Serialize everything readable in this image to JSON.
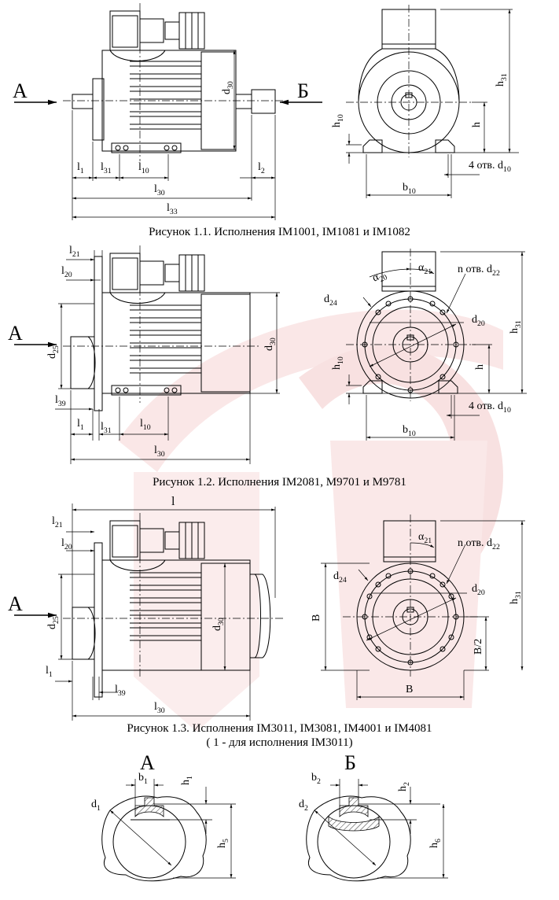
{
  "figure1": {
    "caption": "Рисунок 1.1. Исполнения IM1001, IM1081 и IM1082",
    "labels": {
      "view_a": "А",
      "view_b": "Б",
      "l1": "l",
      "l1_sub": "1",
      "l31": "l",
      "l31_sub": "31",
      "l10": "l",
      "l10_sub": "10",
      "l2": "l",
      "l2_sub": "2",
      "l30": "l",
      "l30_sub": "30",
      "l33": "l",
      "l33_sub": "33",
      "d30": "d",
      "d30_sub": "30",
      "h10": "h",
      "h10_sub": "10",
      "h": "h",
      "h31": "h",
      "h31_sub": "31",
      "holes": "4 отв. d",
      "holes_sub": "10",
      "b10": "b",
      "b10_sub": "10"
    }
  },
  "figure2": {
    "caption": "Рисунок 1.2. Исполнения IM2081, М9701 и М9781",
    "labels": {
      "view_a": "А",
      "l21": "l",
      "l21_sub": "21",
      "l20": "l",
      "l20_sub": "20",
      "d25": "d",
      "d25_sub": "25",
      "l39": "l",
      "l39_sub": "39",
      "l1": "l",
      "l1_sub": "1",
      "l31": "l",
      "l31_sub": "31",
      "l10": "l",
      "l10_sub": "10",
      "l30": "l",
      "l30_sub": "30",
      "d30": "d",
      "d30_sub": "30",
      "alpha20": "α",
      "alpha20_sub": "20",
      "alpha21": "α",
      "alpha21_sub": "21",
      "nholes": "n отв. d",
      "nholes_sub": "22",
      "d24": "d",
      "d24_sub": "24",
      "d20": "d",
      "d20_sub": "20",
      "h31": "h",
      "h31_sub": "31",
      "h10": "h",
      "h10_sub": "10",
      "h": "h",
      "holes": "4 отв. d",
      "holes_sub": "10",
      "b10": "b",
      "b10_sub": "10"
    }
  },
  "figure3": {
    "caption": "Рисунок 1.3. Исполнения IM3011, IM3081, IM4001 и IM4081",
    "caption_note": "( 1 - для исполнения IM3011)",
    "labels": {
      "l": "l",
      "view_a": "А",
      "l21": "l",
      "l21_sub": "21",
      "l20": "l",
      "l20_sub": "20",
      "d25": "d",
      "d25_sub": "25",
      "l1": "l",
      "l1_sub": "1",
      "l39": "l",
      "l39_sub": "39",
      "l30": "l",
      "l30_sub": "30",
      "d30": "d",
      "d30_sub": "30",
      "alpha21": "α",
      "alpha21_sub": "21",
      "nholes": "n отв. d",
      "nholes_sub": "22",
      "d24": "d",
      "d24_sub": "24",
      "d20": "d",
      "d20_sub": "20",
      "h31": "h",
      "h31_sub": "31",
      "B": "В",
      "B2": "В/2",
      "Bh": "В"
    }
  },
  "sections": {
    "a_title": "А",
    "b_title": "Б",
    "b1": "b",
    "b1_sub": "1",
    "h1": "h",
    "h1_sub": "1",
    "d1": "d",
    "d1_sub": "1",
    "h5": "h",
    "h5_sub": "5",
    "b2": "b",
    "b2_sub": "2",
    "h2": "h",
    "h2_sub": "2",
    "d2": "d",
    "d2_sub": "2",
    "h6": "h",
    "h6_sub": "6"
  },
  "colors": {
    "watermark": "#f3c9c9",
    "line": "#000000"
  }
}
